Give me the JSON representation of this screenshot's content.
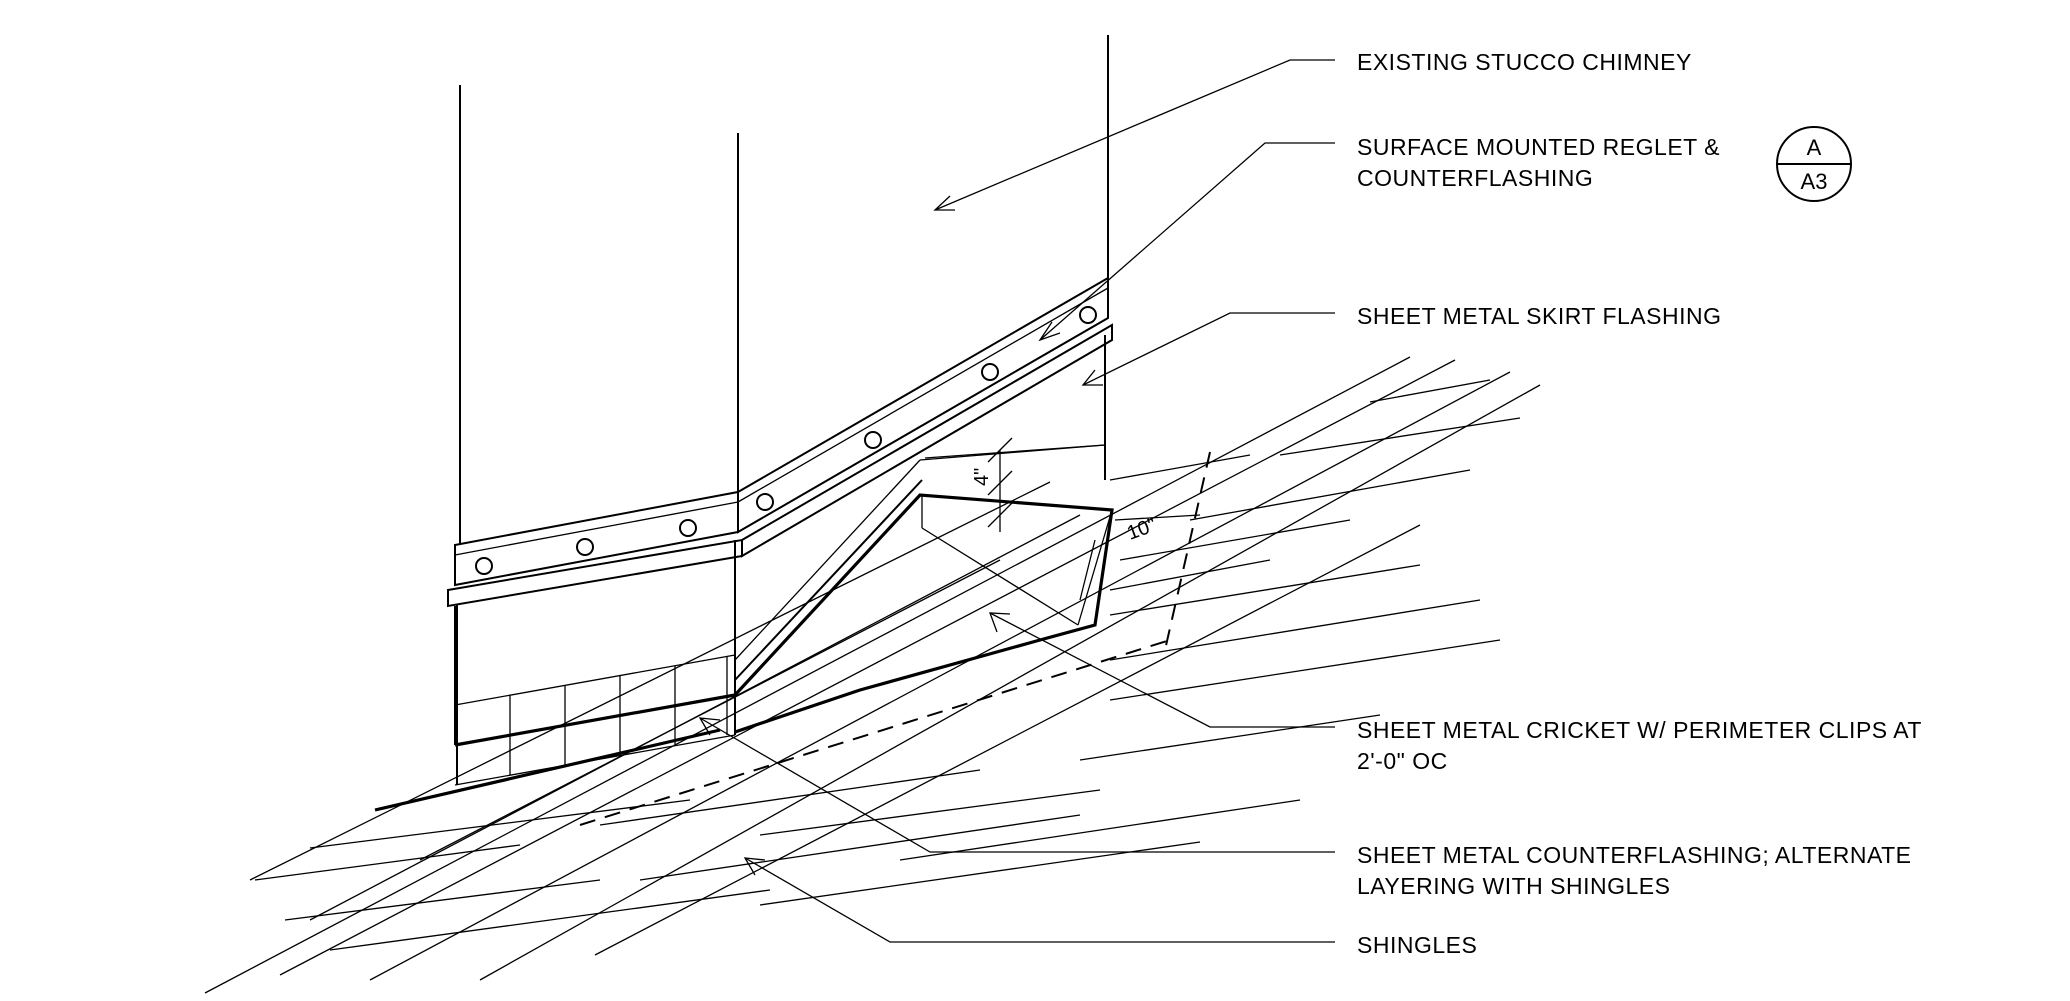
{
  "labels": {
    "chimney": "EXISTING STUCCO CHIMNEY",
    "reglet_line1": "SURFACE MOUNTED REGLET &",
    "reglet_line2": "COUNTERFLASHING",
    "skirt": "SHEET METAL SKIRT FLASHING",
    "cricket_line1": "SHEET METAL  CRICKET W/ PERIMETER CLIPS AT",
    "cricket_line2": "2'-0\" OC",
    "counterflashing_line1": "SHEET METAL COUNTERFLASHING; ALTERNATE",
    "counterflashing_line2": "LAYERING WITH SHINGLES",
    "shingles": "SHINGLES"
  },
  "detail_tag": {
    "detail": "A",
    "sheet": "A3"
  },
  "dimensions": {
    "height": "4\"",
    "width": "10\""
  }
}
